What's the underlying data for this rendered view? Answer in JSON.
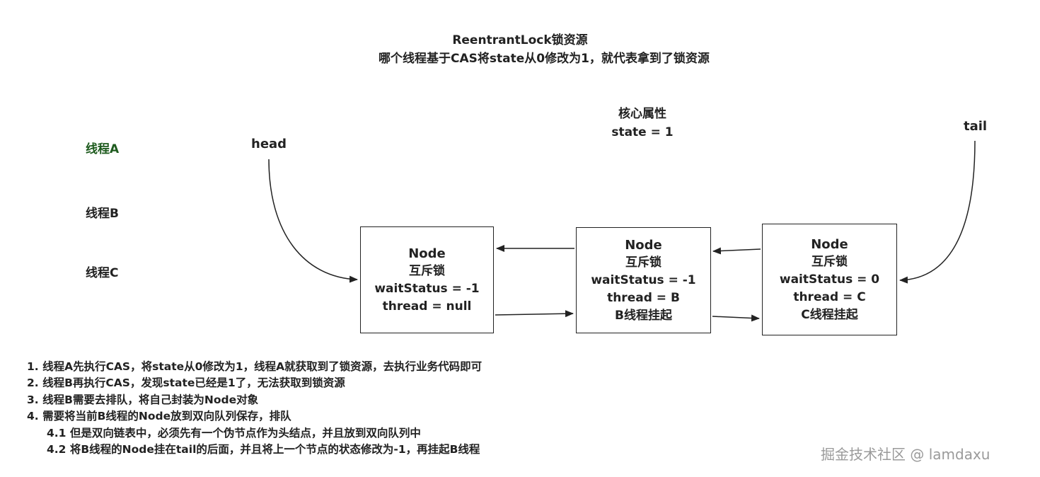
{
  "title": {
    "line1": "ReentrantLock锁资源",
    "line2": "哪个线程基于CAS将state从0修改为1，就代表拿到了锁资源"
  },
  "core": {
    "heading": "核心属性",
    "state": "state = 1"
  },
  "threads": {
    "a": "线程A",
    "b": "线程B",
    "c": "线程C"
  },
  "pointers": {
    "head": "head",
    "tail": "tail"
  },
  "nodes": [
    {
      "title": "Node",
      "lock": "互斥锁",
      "wait": "waitStatus = -1",
      "thread": "thread = null",
      "extra": ""
    },
    {
      "title": "Node",
      "lock": "互斥锁",
      "wait": "waitStatus = -1",
      "thread": "thread = B",
      "extra": "B线程挂起"
    },
    {
      "title": "Node",
      "lock": "互斥锁",
      "wait": "waitStatus = 0",
      "thread": "thread = C",
      "extra": "C线程挂起"
    }
  ],
  "steps": [
    "1. 线程A先执行CAS，将state从0修改为1，线程A就获取到了锁资源，去执行业务代码即可",
    "2. 线程B再执行CAS，发现state已经是1了，无法获取到锁资源",
    "3. 线程B需要去排队，将自己封装为Node对象",
    "4. 需要将当前B线程的Node放到双向队列保存，排队",
    "4.1 但是双向链表中，必须先有一个伪节点作为头结点，并且放到双向队列中",
    "4.2 将B线程的Node挂在tail的后面，并且将上一个节点的状态修改为-1，再挂起B线程"
  ],
  "watermark": "掘金技术社区 @ lamdaxu",
  "colors": {
    "stroke": "#222222",
    "threadA": "#1e5b1e",
    "watermark": "#9a9a9a"
  }
}
